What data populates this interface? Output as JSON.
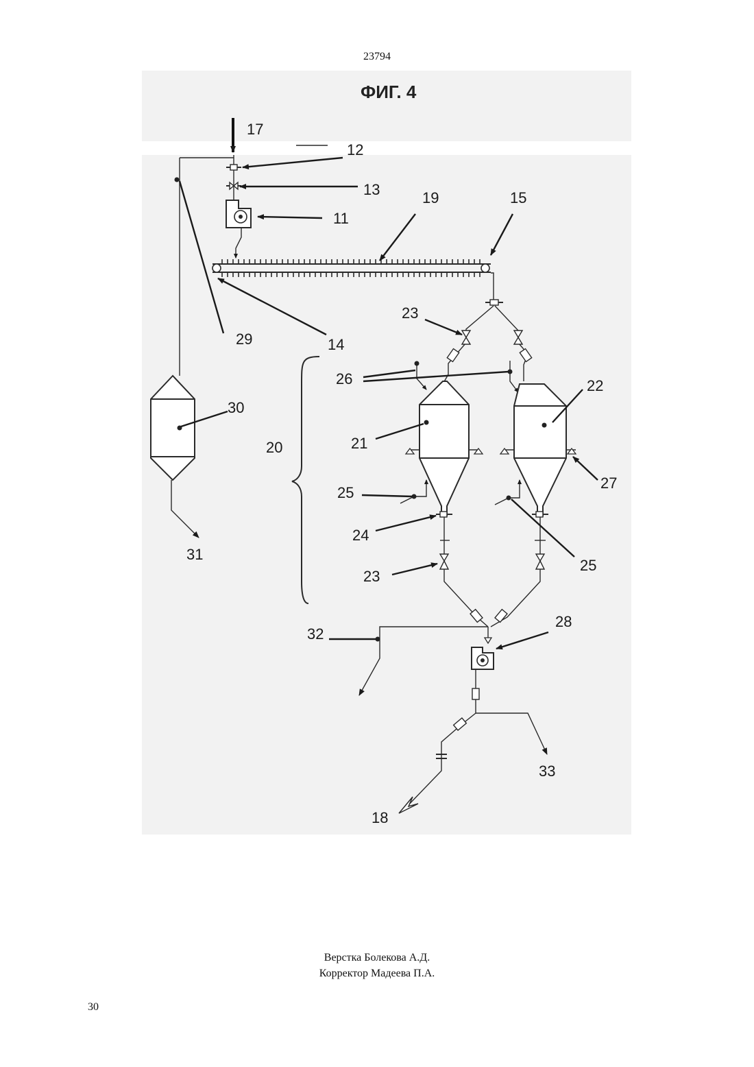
{
  "header": {
    "document_number": "23794"
  },
  "figure": {
    "title": "ФИГ. 4",
    "labels": {
      "l17": "17",
      "l12": "12",
      "l13": "13",
      "l11": "11",
      "l19": "19",
      "l15": "15",
      "l14": "14",
      "l29": "29",
      "l23a": "23",
      "l26": "26",
      "l22": "22",
      "l30": "30",
      "l20": "20",
      "l21": "21",
      "l27": "27",
      "l25a": "25",
      "l24": "24",
      "l25b": "25",
      "l31": "31",
      "l23b": "23",
      "l32": "32",
      "l28": "28",
      "l33": "33",
      "l18": "18"
    }
  },
  "footer": {
    "credit_layout": "Верстка Болекова А.Д.",
    "credit_proof": "Корректор Мадеева П.А.",
    "page_number": "30"
  }
}
